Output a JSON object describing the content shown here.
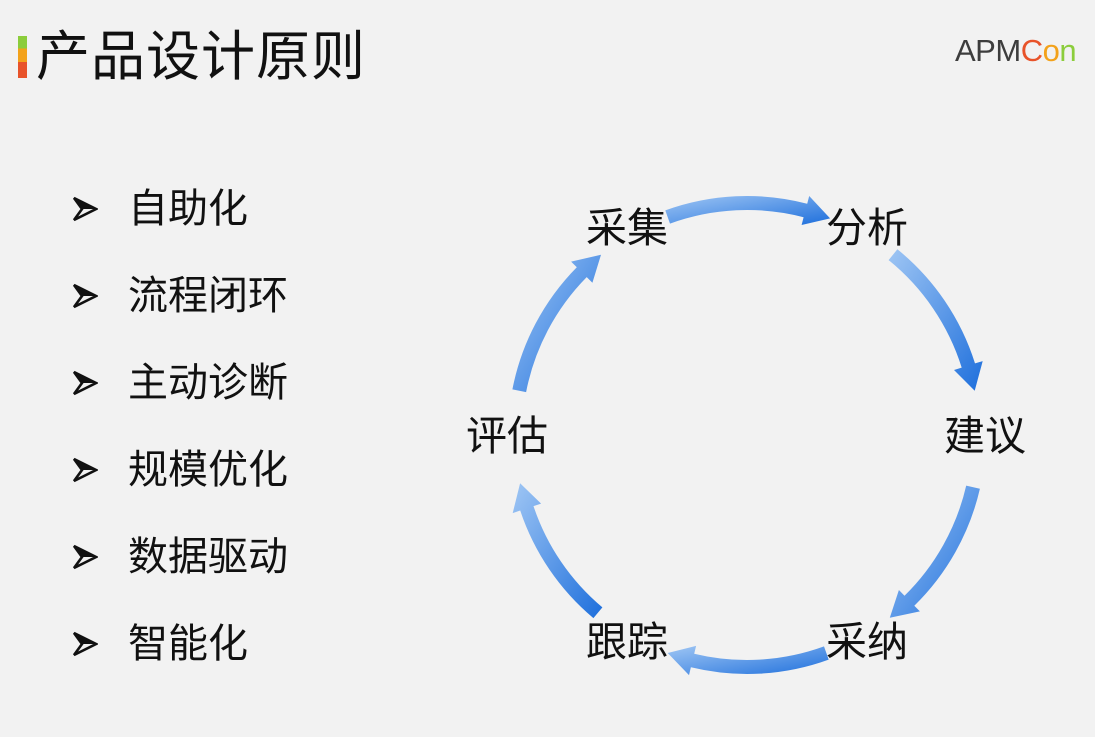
{
  "slide": {
    "title": "产品设计原则",
    "logo": {
      "main": "APM",
      "c": "C",
      "o": "o",
      "n": "n"
    }
  },
  "principles": [
    {
      "label": "自助化"
    },
    {
      "label": "流程闭环"
    },
    {
      "label": "主动诊断"
    },
    {
      "label": "规模优化"
    },
    {
      "label": "数据驱动"
    },
    {
      "label": "智能化"
    }
  ],
  "cycle": {
    "steps": [
      "采集",
      "分析",
      "建议",
      "采纳",
      "跟踪",
      "评估"
    ]
  },
  "colors": {
    "background": "#f2f2f2",
    "arrow_light": "#9fc6f4",
    "arrow_dark": "#1e6fdc",
    "logo_c": "#e8532a",
    "logo_o": "#f3a21b",
    "logo_n": "#8ccd3c"
  },
  "icons": {
    "bullet": "arrowhead-bullet-icon",
    "cycle_arrow": "curved-arrow-icon"
  }
}
